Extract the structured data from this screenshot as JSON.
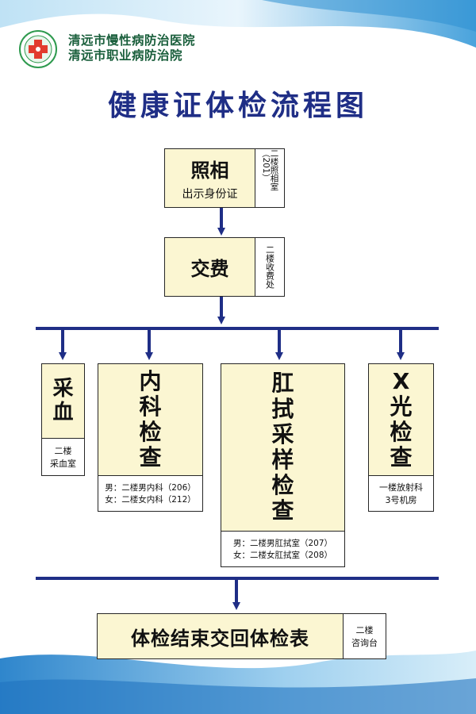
{
  "header": {
    "hospital_line1": "清远市慢性病防治医院",
    "hospital_line2": "清远市职业病防治院",
    "title": "健康证体检流程图"
  },
  "colors": {
    "title": "#1f2e86",
    "arrows": "#1f2e86",
    "box_fill": "#fbf6d2",
    "hospital_text": "#1a5f3c"
  },
  "steps": {
    "photo": {
      "label": "照相",
      "sub": "出示身份证",
      "location": "二楼照相室（201）"
    },
    "fee": {
      "label": "交费",
      "location": "二楼收费处"
    },
    "blood": {
      "label_chars": [
        "采",
        "血"
      ],
      "location_line1": "二楼",
      "location_line2": "采血室"
    },
    "internal": {
      "label_chars": [
        "内",
        "科",
        "检",
        "查"
      ],
      "note_line1": "男：二楼男内科（206）",
      "note_line2": "女：二楼女内科（212）"
    },
    "anal_swab": {
      "label_chars": [
        "肛",
        "拭",
        "采",
        "样",
        "检",
        "查"
      ],
      "note_line1": "男：二楼男肛拭室（207）",
      "note_line2": "女：二楼女肛拭室（208）"
    },
    "xray": {
      "label_chars": [
        "X",
        "光",
        "检",
        "查"
      ],
      "note_line1": "一楼放射科",
      "note_line2": "3号机房"
    },
    "finish": {
      "label": "体检结束交回体检表",
      "location_line1": "二楼",
      "location_line2": "咨询台"
    }
  }
}
